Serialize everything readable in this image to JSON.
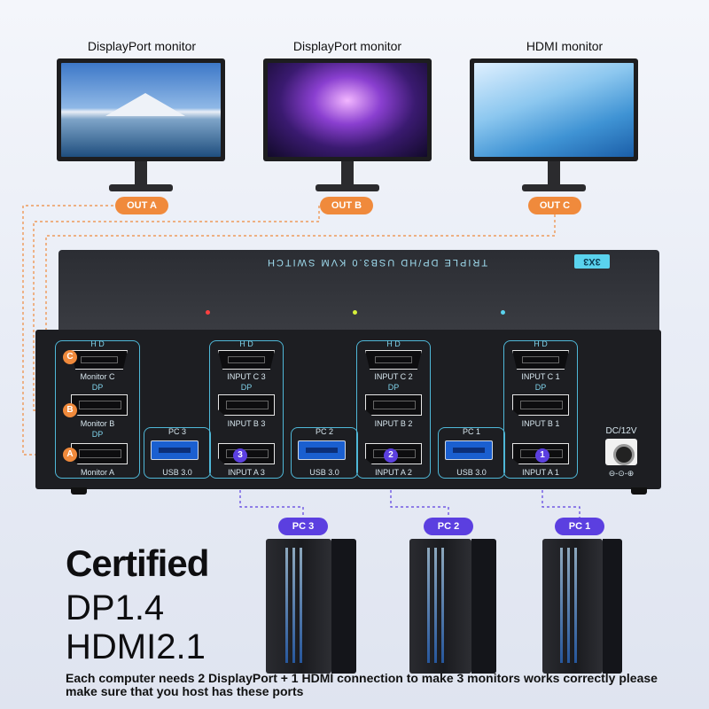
{
  "monitors": [
    {
      "label": "DisplayPort monitor",
      "out": "OUT A"
    },
    {
      "label": "DisplayPort monitor",
      "out": "OUT B"
    },
    {
      "label": "HDMI monitor",
      "out": "OUT C"
    }
  ],
  "device": {
    "title": "TRIPLE DP/HD USB3.0 KVM SWITCH",
    "badge": "3X3",
    "monitor_group": {
      "hd": "H D",
      "monitor_c": "Monitor C",
      "dp1": "DP",
      "monitor_b": "Monitor B",
      "dp2": "DP",
      "monitor_a": "Monitor A",
      "letters": [
        "C",
        "B",
        "A"
      ]
    },
    "pc_groups": [
      {
        "hd": "H D",
        "input_c": "INPUT C 3",
        "dp": "DP",
        "input_b": "INPUT B 3",
        "pc": "PC 3",
        "usb": "USB 3.0",
        "input_a": "INPUT A 3",
        "num": "3"
      },
      {
        "hd": "H D",
        "input_c": "INPUT C 2",
        "dp": "DP",
        "input_b": "INPUT B 2",
        "pc": "PC 2",
        "usb": "USB 3.0",
        "input_a": "INPUT A 2",
        "num": "2"
      },
      {
        "hd": "H D",
        "input_c": "INPUT C 1",
        "dp": "DP",
        "input_b": "INPUT B 1",
        "pc": "PC 1",
        "usb": "USB 3.0",
        "input_a": "INPUT A 1",
        "num": "1"
      }
    ],
    "dc_label": "DC/12V",
    "dc_polarity": "⊖-⊙-⊕"
  },
  "pcs": [
    {
      "label": "PC 3"
    },
    {
      "label": "PC 2"
    },
    {
      "label": "PC 1"
    }
  ],
  "headline": {
    "line1": "Certified",
    "line2": "DP1.4",
    "line3": "HDMI2.1"
  },
  "note": "Each computer needs 2 DisplayPort + 1 HDMI connection to make 3 monitors works correctly please make sure that you host has these ports",
  "colors": {
    "accent_orange": "#f08a3c",
    "accent_purple": "#5b3fe0",
    "accent_cyan": "#4fb8d8"
  }
}
